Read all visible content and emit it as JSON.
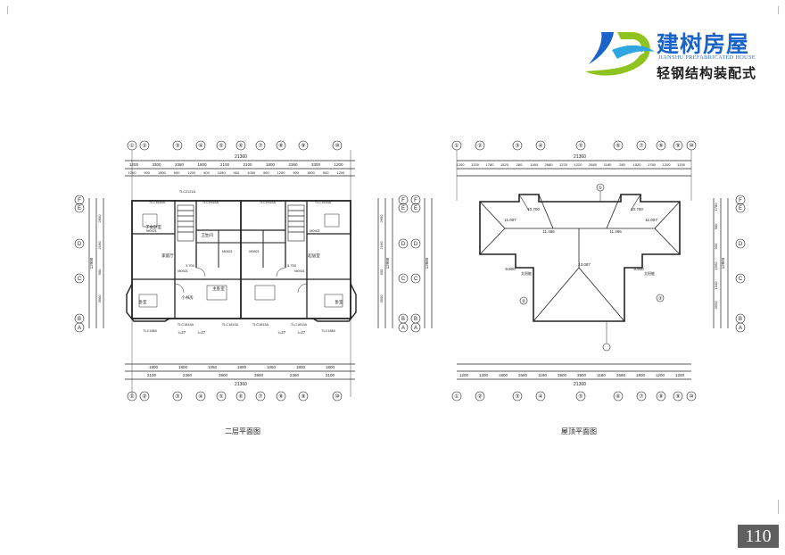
{
  "brand": {
    "name": "建树房屋",
    "subtitle": "JIANSHU PREFABRICATED HOUSE",
    "tagline": "轻钢结构装配式"
  },
  "colors": {
    "brand_blue": "#1a63c8",
    "logo_green": "#8fc31f",
    "line": "#222222",
    "page_box": "#5f5f5f"
  },
  "plans": {
    "second_floor": {
      "caption": "二层平面图",
      "axes_top": [
        "①",
        "②",
        "③",
        "④",
        "⑤",
        "⑥",
        "⑦",
        "⑧",
        "⑨",
        "⑩"
      ],
      "axes_bottom": [
        "①",
        "②",
        "③",
        "④",
        "⑤",
        "⑥",
        "⑦",
        "⑧",
        "⑨",
        "⑩"
      ],
      "axes_side": [
        "F",
        "E",
        "D",
        "C",
        "B",
        "A"
      ],
      "total_width": "21360",
      "top_dims_row1": [
        "1200",
        "3300",
        "2360",
        "1800",
        "2100",
        "2100",
        "1800",
        "2360",
        "3300",
        "1200"
      ],
      "top_dims_row2": [
        "1200",
        "900",
        "1500",
        "900",
        "1200",
        "900",
        "1050",
        "900",
        "1050",
        "900",
        "1200",
        "900",
        "1500",
        "900",
        "1200"
      ],
      "bottom_dims_row1": [
        "1800",
        "1800",
        "1050",
        "1800",
        "1050",
        "1800",
        "1800"
      ],
      "bottom_dims_row2": [
        "2100",
        "2360",
        "3900",
        "3900",
        "2360",
        "2100"
      ],
      "height_total": "12900",
      "left_dims": [
        "2600",
        "2160",
        "900",
        "3900"
      ],
      "rooms": [
        "子女卧室",
        "卧室",
        "卫生间",
        "主卧室",
        "小书房",
        "卧室",
        "家庭厅",
        "起居室"
      ],
      "window_tags": [
        "TLC2121A",
        "TLC1515A",
        "TLC0915A",
        "TLC0915A",
        "TLC1515A",
        "TLC1813A",
        "TLC1813A",
        "TLC1813A",
        "TLC1813A",
        "TLC1860",
        "TLC1860"
      ],
      "door_tags": [
        "M0921",
        "M0921",
        "M0821",
        "M0821",
        "M0921",
        "M0921"
      ],
      "stair_labels": [
        "i=27",
        "i=27",
        "i=27",
        "i=27"
      ],
      "elevation_tags": [
        "3.700",
        "3.700"
      ]
    },
    "roof": {
      "caption": "屋顶平面图",
      "axes_top": [
        "①",
        "②",
        "③",
        "④",
        "⑤",
        "⑥",
        "⑦",
        "⑧",
        "⑨",
        "⑩"
      ],
      "axes_bottom": [
        "①",
        "②",
        "③",
        "④",
        "⑤",
        "⑥",
        "⑦",
        "⑧",
        "⑨",
        "⑩"
      ],
      "axes_side": [
        "F",
        "E",
        "D",
        "C",
        "B",
        "A"
      ],
      "total_width": "21360",
      "top_dims": [
        "1200",
        "1200",
        "1780",
        "1520",
        "280",
        "1180",
        "2680",
        "1220",
        "1220",
        "2680",
        "1180",
        "280",
        "1520",
        "1780",
        "1200",
        "1200"
      ],
      "bottom_dims": [
        "1200",
        "1200",
        "1800",
        "2680",
        "1180",
        "3900",
        "3900",
        "1180",
        "2680",
        "1800",
        "1200",
        "1200"
      ],
      "height_total": "12860",
      "right_dims": [
        "1780",
        "680",
        "900",
        "1560",
        "1940",
        "3900"
      ],
      "elevations": [
        "11.007",
        "11.007",
        "10.700",
        "10.700",
        "11.466",
        "11.466",
        "13.087",
        "9.900",
        "9.900"
      ],
      "slope_notes": [
        "太阳能",
        "太阳能"
      ],
      "section_marks": [
        "①",
        "②",
        "③"
      ]
    }
  },
  "page_number": "110"
}
